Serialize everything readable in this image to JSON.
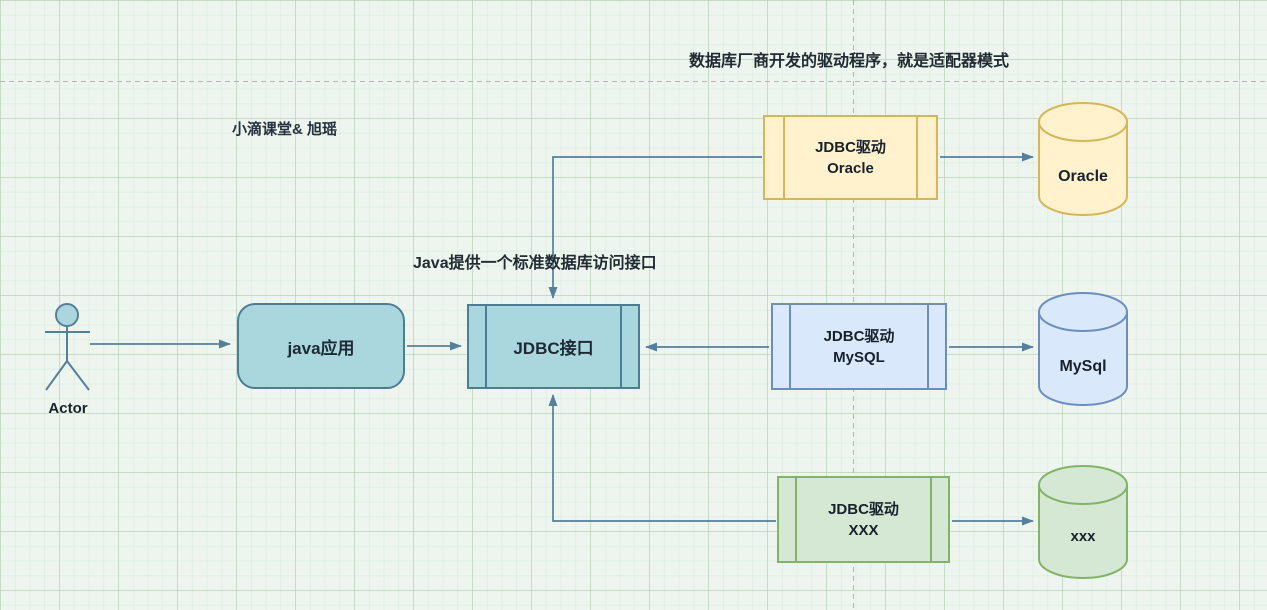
{
  "annotations": {
    "top_note": "数据库厂商开发的驱动程序，就是适配器模式",
    "brand": "小滴课堂& 旭瑶",
    "interface_note": "Java提供一个标准数据库访问接口"
  },
  "actor": {
    "label": "Actor"
  },
  "nodes": {
    "java_app": {
      "label": "java应用"
    },
    "jdbc_interface": {
      "label": "JDBC接口"
    },
    "driver_oracle": {
      "line1": "JDBC驱动",
      "line2": "Oracle"
    },
    "driver_mysql": {
      "line1": "JDBC驱动",
      "line2": "MySQL"
    },
    "driver_xxx": {
      "line1": "JDBC驱动",
      "line2": "XXX"
    },
    "db_oracle": {
      "label": "Oracle"
    },
    "db_mysql": {
      "label": "MySql"
    },
    "db_xxx": {
      "label": "xxx"
    }
  },
  "colors": {
    "teal_fill": "#aad7dd",
    "teal_stroke": "#4a7e96",
    "yellow_fill": "#fff2cc",
    "yellow_stroke": "#d6b656",
    "blue_fill": "#dae8fc",
    "blue_stroke": "#6c8ebf",
    "green_fill": "#d5e8d4",
    "green_stroke": "#82b366",
    "connector": "#54809c",
    "guide_dash": "#b4b4b4"
  }
}
